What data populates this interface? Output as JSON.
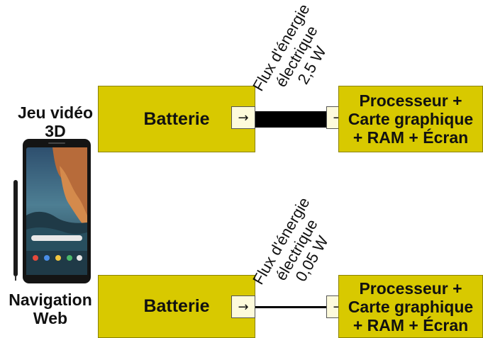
{
  "top_row": {
    "scenario_label": [
      "Jeu vidéo",
      "3D"
    ],
    "source_label": "Batterie",
    "flow_label": [
      "Flux d'énergie",
      "électrique",
      "2,5 W"
    ],
    "target_label": [
      "Processeur +",
      "Carte graphique",
      "+ RAM + Écran"
    ],
    "port_glyph": "→"
  },
  "bottom_row": {
    "scenario_label": [
      "Navigation",
      "Web"
    ],
    "source_label": "Batterie",
    "flow_label": [
      "Flux d'énergie",
      "électrique",
      "0,05 W"
    ],
    "target_label": [
      "Processeur +",
      "Carte graphique",
      "+ RAM + Écran"
    ],
    "port_glyph": "→"
  },
  "colors": {
    "box_fill": "#d8c900",
    "port_fill": "#fdfadb",
    "wire": "#000000"
  },
  "icons": {
    "phone": "smartphone-icon",
    "stylus": "stylus-icon"
  }
}
